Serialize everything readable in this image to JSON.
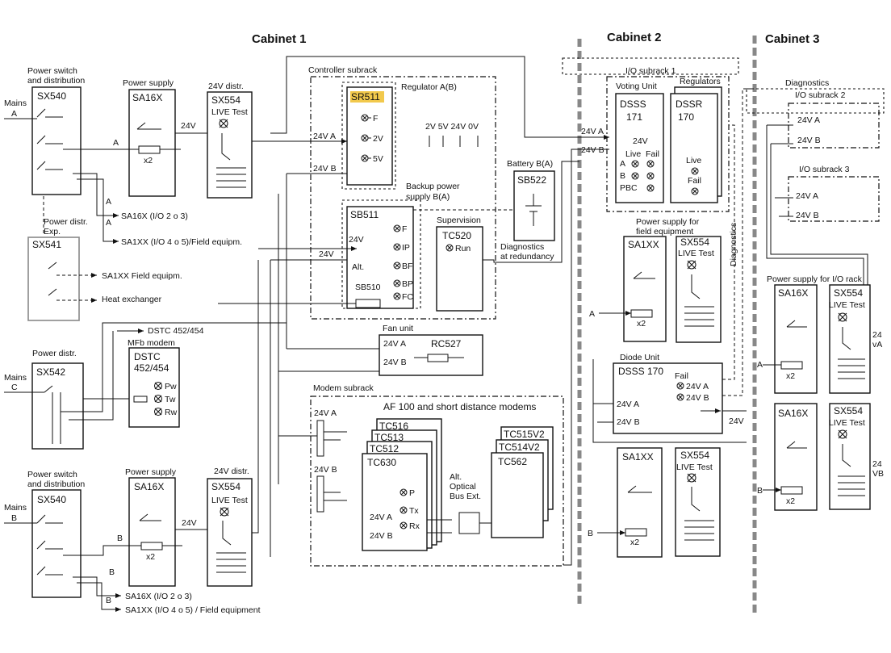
{
  "cabinets": [
    "Cabinet 1",
    "Cabinet 2",
    "Cabinet 3"
  ],
  "cab1": {
    "ps_top_title": [
      "Power switch",
      "and distribution"
    ],
    "sx540": "SX540",
    "mains": "Mains",
    "A": "A",
    "B": "B",
    "C": "C",
    "power_supply": "Power supply",
    "sa16x": "SA16X",
    "x2": "x2",
    "distr_24v": "24V distr.",
    "sx554": "SX554",
    "live_test": "LIVE  Test",
    "v24": "24V",
    "out_sa16x_123": "SA16X (I/O 2 o 3)",
    "out_sa1xx_45_top": "SA1XX (I/O 4 o 5)/Field equipm.",
    "power_distr_exp": [
      "Power distr.",
      "Exp."
    ],
    "sx541": "SX541",
    "sa1xx_field": "SA1XX Field equipm.",
    "heat_exchanger": "Heat exchanger",
    "dstc_link": "DSTC 452/454",
    "mfb_modem": "MFb modem",
    "dstc": [
      "DSTC",
      "452/454"
    ],
    "pw": "Pw",
    "tw": "Tw",
    "rw": "Rw",
    "power_distr": "Power distr.",
    "sx542": "SX542",
    "out_sa16x_bottom": "SA16X (I/O 2 o 3)",
    "out_sa1xx_bottom": "SA1XX (I/O 4 o 5) / Field equipment",
    "controller_subrack": "Controller subrack",
    "regulator": "Regulator A(B)",
    "sr511": "SR511",
    "f": "F",
    "v2": "2V",
    "v5": "5V",
    "volt_labels": "2V 5V 24V 0V",
    "v24a": "24V A",
    "v24b": "24V B",
    "backup_ps": [
      "Backup power",
      "supply B(A)"
    ],
    "sb511": "SB511",
    "ip": "IP",
    "bf": "BF",
    "bp": "BP",
    "fc": "FC",
    "alt": "Alt.",
    "sb510": "SB510",
    "supervision": "Supervision",
    "tc520": "TC520",
    "run": "Run",
    "diag_red": [
      "Diagnostics",
      "at redundancy"
    ],
    "battery": "Battery B(A)",
    "sb522": "SB522",
    "fan_unit": "Fan unit",
    "rc527": "RC527",
    "modem_subrack": "Modem subrack",
    "af100": "AF 100 and short distance modems",
    "tc516": "TC516",
    "tc513": "TC513",
    "tc512": "TC512",
    "tc630": "TC630",
    "p": "P",
    "tx": "Tx",
    "rx": "Rx",
    "alt_optical": [
      "Alt.",
      "Optical",
      "Bus Ext."
    ],
    "tc515": "TC515V2",
    "tc514": "TC514V2",
    "tc562": "TC562"
  },
  "cab2": {
    "io_subrack1": "I/O subrack 1",
    "v24a": "24V A",
    "v24b": "24V B",
    "voting_unit": "Voting Unit",
    "regulators": "Regulators",
    "dsss171": [
      "DSSS",
      "171"
    ],
    "dssr170": [
      "DSSR",
      "170"
    ],
    "v24": "24V",
    "live": "Live",
    "fail": "Fail",
    "a": "A",
    "b": "B",
    "pbc": "PBC",
    "ps_field": [
      "Power supply for",
      "field equipment"
    ],
    "sa1xx": "SA1XX",
    "sx554": "SX554",
    "live_test": "LIVE  Test",
    "x2": "x2",
    "A": "A",
    "B": "B",
    "diagnostics": "Diagnostics",
    "diode_unit": "Diode Unit",
    "dsss170": "DSSS 170",
    "fail24a": "24V A",
    "fail24b": "24V B"
  },
  "cab3": {
    "diagnostics": "Diagnostics",
    "io_subrack2": "I/O subrack 2",
    "io_subrack3": "I/O subrack 3",
    "v24a": "24V A",
    "v24b": "24V B",
    "ps_io": "Power supply for I/O rack",
    "sa16x": "SA16X",
    "sx554": "SX554",
    "live_test": "LIVE  Test",
    "x2": "x2",
    "A": "A",
    "B": "B",
    "v24va": [
      "24",
      "vA"
    ],
    "v24vb": [
      "24",
      "VB"
    ]
  }
}
